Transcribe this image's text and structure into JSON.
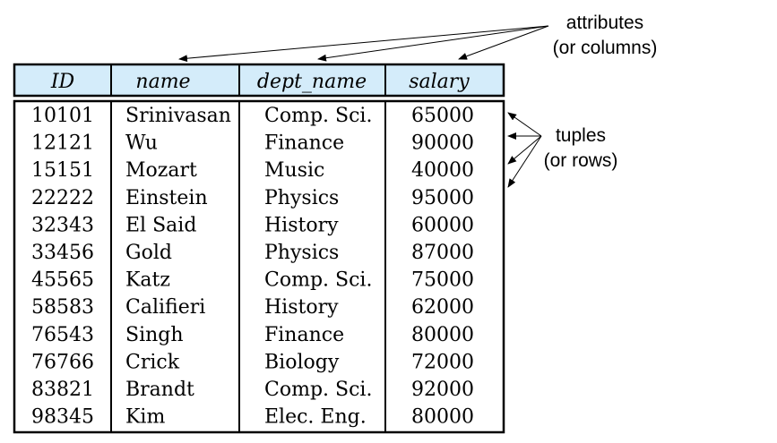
{
  "table": {
    "columns": [
      "ID",
      "name",
      "dept_name",
      "salary"
    ],
    "rows": [
      [
        "10101",
        "Srinivasan",
        "Comp. Sci.",
        "65000"
      ],
      [
        "12121",
        "Wu",
        "Finance",
        "90000"
      ],
      [
        "15151",
        "Mozart",
        "Music",
        "40000"
      ],
      [
        "22222",
        "Einstein",
        "Physics",
        "95000"
      ],
      [
        "32343",
        "El Said",
        "History",
        "60000"
      ],
      [
        "33456",
        "Gold",
        "Physics",
        "87000"
      ],
      [
        "45565",
        "Katz",
        "Comp. Sci.",
        "75000"
      ],
      [
        "58583",
        "Califieri",
        "History",
        "62000"
      ],
      [
        "76543",
        "Singh",
        "Finance",
        "80000"
      ],
      [
        "76766",
        "Crick",
        "Biology",
        "72000"
      ],
      [
        "83821",
        "Brandt",
        "Comp. Sci.",
        "92000"
      ],
      [
        "98345",
        "Kim",
        "Elec. Eng.",
        "80000"
      ]
    ]
  },
  "annotations": {
    "attributes_line1": "attributes",
    "attributes_line2": "(or columns)",
    "tuples_line1": "tuples",
    "tuples_line2": "(or rows)"
  },
  "colors": {
    "header_fill": "#d4ecfa",
    "border": "#000000"
  }
}
